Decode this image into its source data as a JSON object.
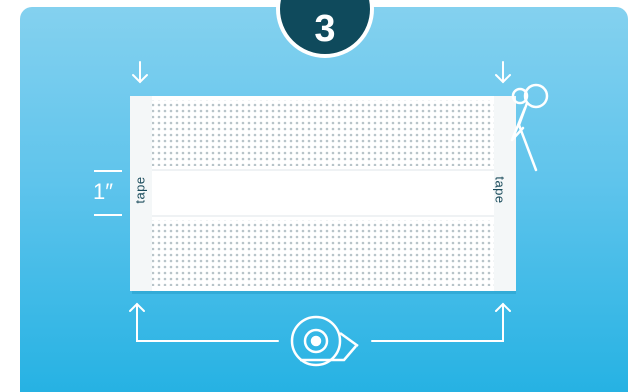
{
  "step": {
    "number": "3"
  },
  "labels": {
    "tape_left": "tape",
    "tape_right": "tape",
    "measurement": "1″"
  },
  "icons": {
    "top_arrows": "arrow-down-icon",
    "scissors": "scissors-icon",
    "tape_roll": "tape-roll-icon",
    "bottom_arrows": "arrow-up-icon"
  },
  "colors": {
    "panel_top": "#84d1ef",
    "panel_bottom": "#26b2e3",
    "badge": "#0f4a5c",
    "fabric": "#ffffff",
    "dots": "#b9c6cb",
    "line": "#ffffff"
  }
}
